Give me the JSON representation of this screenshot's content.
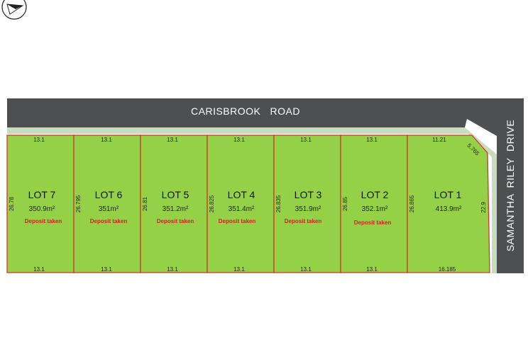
{
  "roads": {
    "top": "CARISBROOK   ROAD",
    "right": "SAMANTHA  RILEY  DRIVE"
  },
  "colors": {
    "road": "#4d4f50",
    "verge": "#c9dcc0",
    "lot_fill": "#95d147",
    "lot_border": "#d8342a",
    "status_text": "#d42020"
  },
  "north_arrow": {
    "icon": "north-arrow-icon"
  },
  "lots": [
    {
      "name": "LOT 7",
      "area": "350.9m²",
      "status": "Deposit taken",
      "top": "13.1",
      "bottom": "13.1",
      "left": "26.78"
    },
    {
      "name": "LOT 6",
      "area": "351m²",
      "status": "Deposit taken",
      "top": "13.1",
      "bottom": "13.1",
      "left": "26.795"
    },
    {
      "name": "LOT 5",
      "area": "351.2m²",
      "status": "Deposit taken",
      "top": "13.1",
      "bottom": "13.1",
      "left": "26.81"
    },
    {
      "name": "LOT 4",
      "area": "351.4m²",
      "status": "Deposit taken",
      "top": "13.1",
      "bottom": "13.1",
      "left": "26.825"
    },
    {
      "name": "LOT 3",
      "area": "351.9m²",
      "status": "Deposit taken",
      "top": "13.1",
      "bottom": "13.1",
      "left": "26.835"
    },
    {
      "name": "LOT 2",
      "area": "352.1m²",
      "status": "Deposit taken",
      "top": "13.1",
      "bottom": "13.1",
      "left": "26.85"
    },
    {
      "name": "LOT 1",
      "area": "413.9m²",
      "status": "",
      "top": "11.21",
      "bottom": "16.185",
      "left": "26.865",
      "corner": "5.765",
      "right": "22.9"
    }
  ]
}
